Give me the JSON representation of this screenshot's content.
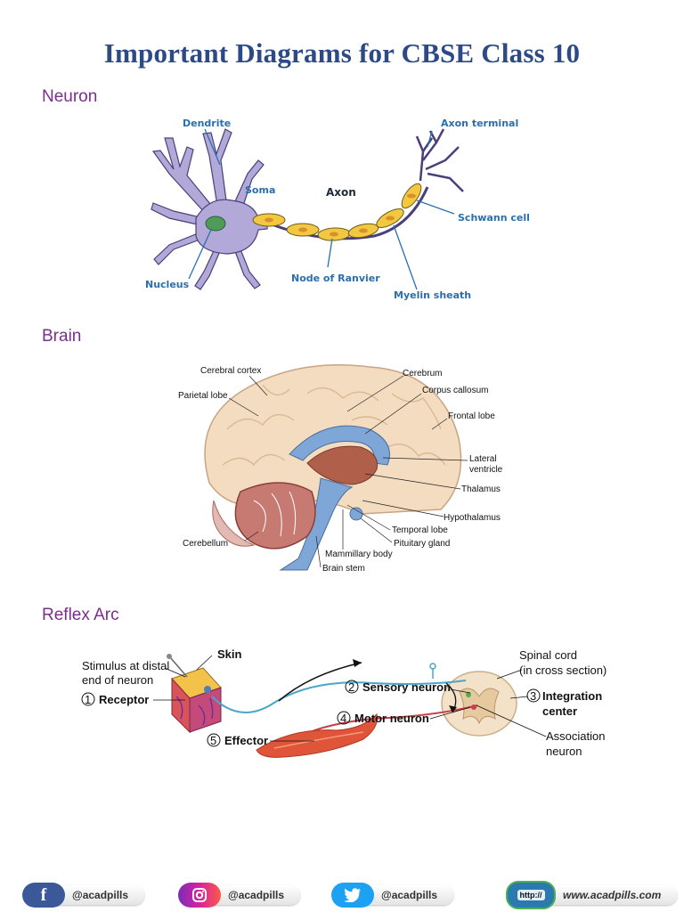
{
  "title": "Important Diagrams for CBSE Class 10",
  "sections": {
    "neuron": {
      "heading": "Neuron",
      "labels": {
        "dendrite": "Dendrite",
        "axon_terminal": "Axon terminal",
        "soma": "Soma",
        "axon": "Axon",
        "schwann_cell": "Schwann cell",
        "nucleus": "Nucleus",
        "node_of_ranvier": "Node of Ranvier",
        "myelin_sheath": "Myelin sheath"
      }
    },
    "brain": {
      "heading": "Brain",
      "labels": {
        "cerebral_cortex": "Cerebral cortex",
        "cerebrum": "Cerebrum",
        "parietal_lobe": "Parietal lobe",
        "corpus_callosum": "Corpus callosum",
        "frontal_lobe": "Frontal lobe",
        "lateral_ventricle_1": "Lateral",
        "lateral_ventricle_2": "ventricle",
        "thalamus": "Thalamus",
        "hypothalamus": "Hypothalamus",
        "temporal_lobe": "Temporal lobe",
        "pituitary_gland": "Pituitary gland",
        "cerebellum": "Cerebellum",
        "mammillary_body": "Mammillary body",
        "brain_stem": "Brain stem"
      }
    },
    "reflex_arc": {
      "heading": "Reflex Arc",
      "labels": {
        "skin": "Skin",
        "stimulus_1": "Stimulus at distal",
        "stimulus_2": "end of neuron",
        "receptor_num": "1",
        "receptor": "Receptor",
        "sensory_num": "2",
        "sensory_neuron": "Sensory neuron",
        "motor_num": "4",
        "motor_neuron": "Motor neuron",
        "effector_num": "5",
        "effector": "Effector",
        "spinal_cord_1": "Spinal cord",
        "spinal_cord_2": "(in cross section)",
        "integration_num": "3",
        "integration_1": "Integration",
        "integration_2": "center",
        "association_1": "Association",
        "association_2": "neuron"
      }
    }
  },
  "footer": {
    "facebook": {
      "handle": "@acadpills",
      "icon": "facebook-icon",
      "color": "#3b5998"
    },
    "instagram": {
      "handle": "@acadpills",
      "icon": "instagram-icon",
      "color": "#d6249f"
    },
    "twitter": {
      "handle": "@acadpills",
      "icon": "twitter-icon",
      "color": "#1da1f2"
    },
    "website": {
      "badge_text": "http://",
      "url": "www.acadpills.com",
      "icon": "web-icon",
      "color": "#2a7ab0"
    }
  }
}
